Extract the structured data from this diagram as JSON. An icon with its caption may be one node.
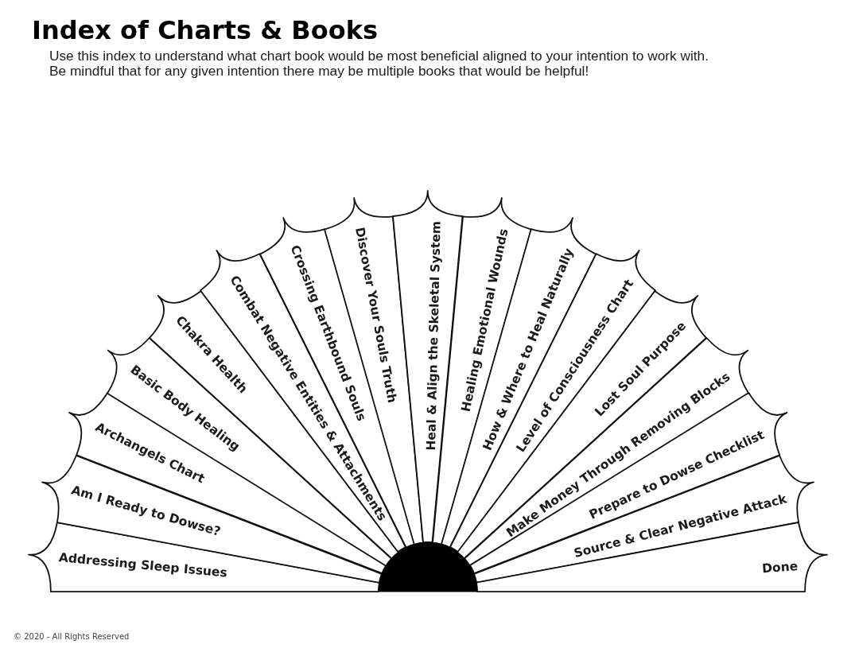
{
  "diagram": {
    "title": "Index of Charts & Books",
    "nodes": [
      {
        "text": [
          "Addressing Sleep Issues"
        ]
      },
      {
        "text": [
          "Am I Ready to Dowse?"
        ]
      },
      {
        "text": [
          "Archangels Chart"
        ]
      },
      {
        "text": [
          "Basic Body Healing"
        ]
      },
      {
        "text": [
          "Chakra Health"
        ]
      },
      {
        "text": [
          "Combat Negative Entities & Attachments"
        ]
      },
      {
        "text": [
          "Crossing Earthbound Souls"
        ]
      },
      {
        "text": [
          "Discover Your Souls Truth"
        ]
      },
      {
        "text": [
          "Heal & Align the Skeletal System"
        ]
      },
      {
        "text": [
          "Healing Emotional Wounds"
        ]
      },
      {
        "text": [
          "How & Where to Heal Naturally"
        ]
      },
      {
        "text": [
          "Level of Consciousness Chart"
        ]
      },
      {
        "text": [
          "Lost Soul Purpose"
        ]
      },
      {
        "text": [
          "Make Money Through Removing Blocks"
        ]
      },
      {
        "text": [
          "Prepare to Dowse Checklist"
        ]
      },
      {
        "text": [
          "Source & Clear Negative Attack"
        ]
      },
      {
        "text": [
          "Done"
        ]
      },
      {
        "text": [],
        "shape": "semicircle"
      }
    ],
    "labels": [
      "Use this index to understand what chart book would be most beneficial aligned to your intention to work with.",
      "Be mindful that for any given intention there may be multiple books that would be helpful!",
      "© 2020 - All Rights Reserved"
    ]
  }
}
